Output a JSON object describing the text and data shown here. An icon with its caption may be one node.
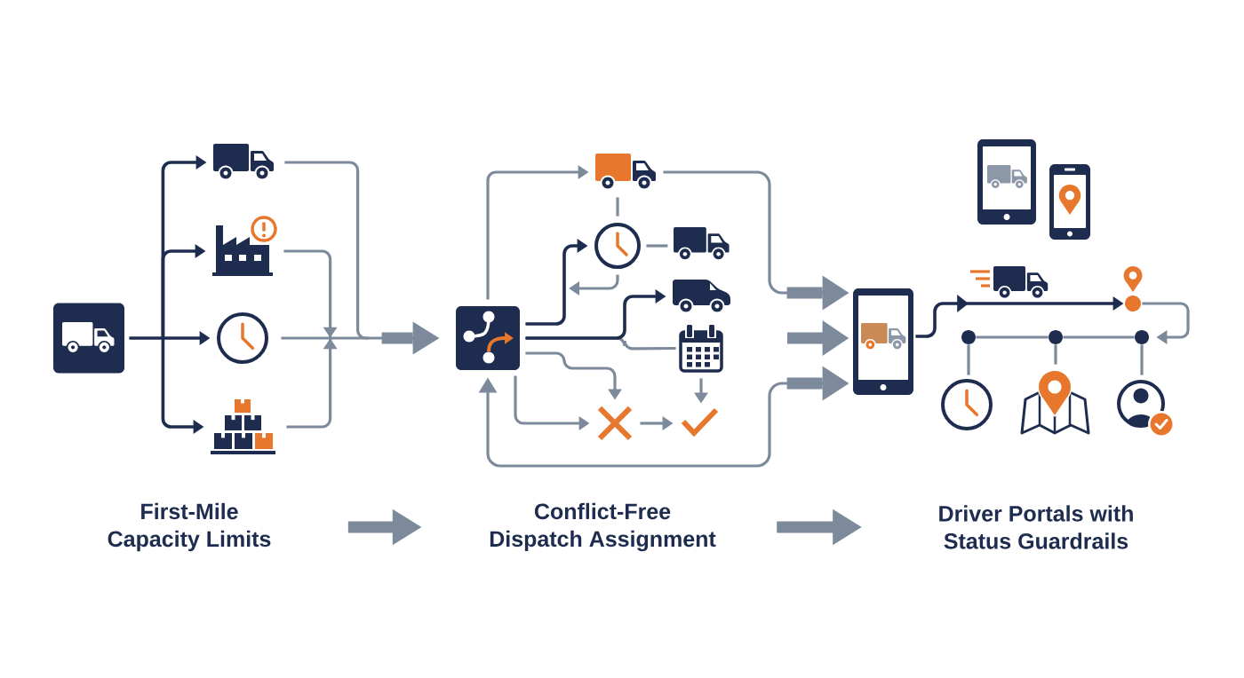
{
  "diagram": {
    "nodes": [
      {
        "text": [],
        "shape": "picture"
      },
      {
        "text": [],
        "shape": "picture"
      },
      {
        "text": [],
        "shape": "picture"
      },
      {
        "text": [],
        "shape": "picture"
      },
      {
        "text": [],
        "shape": "picture"
      },
      {
        "text": [],
        "shape": "picture"
      },
      {
        "text": [],
        "shape": "picture"
      },
      {
        "text": [],
        "shape": "picture"
      },
      {
        "text": [],
        "shape": "picture"
      },
      {
        "text": [],
        "shape": "picture"
      },
      {
        "text": [],
        "shape": "picture"
      },
      {
        "text": [],
        "shape": "picture"
      },
      {
        "text": [],
        "shape": "picture"
      },
      {
        "text": [],
        "shape": "picture"
      },
      {
        "text": [],
        "shape": "circle"
      },
      {
        "text": [],
        "shape": "circle"
      },
      {
        "text": [],
        "shape": "circle"
      },
      {
        "text": [],
        "shape": "circle"
      },
      {
        "text": [],
        "shape": "picture"
      },
      {
        "text": [],
        "shape": "picture"
      },
      {
        "text": [],
        "shape": "picture"
      },
      {
        "text": [
          "First-Mile Capacity Limits"
        ]
      },
      {
        "text": [
          "Conflict-Free Dispatch Assignment"
        ]
      },
      {
        "text": [
          "Driver Portals with Status Guardrails"
        ]
      }
    ],
    "edges": [
      {
        "from": 0,
        "to": 1,
        "arrow": "to",
        "color": "#1e2d4f"
      },
      {
        "from": 0,
        "to": 2,
        "arrow": "to",
        "color": "#1e2d4f"
      },
      {
        "from": 0,
        "to": 3,
        "arrow": "to",
        "color": "#1e2d4f"
      },
      {
        "from": 0,
        "to": 4,
        "arrow": "to",
        "color": "#1e2d4f"
      },
      {
        "from": 1,
        "to": 5,
        "arrow": "to"
      },
      {
        "from": 2,
        "to": 5,
        "arrow": "to"
      },
      {
        "from": 3,
        "to": 5,
        "arrow": "to"
      },
      {
        "from": 4,
        "to": 5,
        "arrow": "to"
      },
      {
        "from": 5,
        "to": 6,
        "arrow": "to"
      },
      {
        "from": 6,
        "to": 7,
        "arrow": "none"
      },
      {
        "from": 7,
        "to": 8,
        "arrow": "none"
      },
      {
        "from": 5,
        "to": 7,
        "arrow": "to",
        "color": "#1e2d4f"
      },
      {
        "from": 7,
        "to": null,
        "arrow": "to"
      },
      {
        "from": 5,
        "to": 9,
        "arrow": "to",
        "color": "#1e2d4f"
      },
      {
        "from": 5,
        "to": 10,
        "arrow": "none"
      },
      {
        "from": 5,
        "to": 11,
        "arrow": "to"
      },
      {
        "from": 5,
        "to": 11,
        "arrow": "to"
      },
      {
        "from": 11,
        "to": 12,
        "arrow": "to"
      },
      {
        "from": 10,
        "to": 12,
        "arrow": "to"
      },
      {
        "from": 6,
        "to": 13,
        "arrow": "to"
      },
      {
        "from": null,
        "to": 13,
        "arrow": "to",
        "style": "thick"
      },
      {
        "from": 5,
        "to": 13,
        "arrow": "both"
      },
      {
        "from": 13,
        "to": 14,
        "arrow": "to",
        "color": "#1e2d4f"
      },
      {
        "from": 14,
        "to": 17,
        "arrow": "to"
      },
      {
        "from": 15,
        "to": 16,
        "arrow": "none"
      },
      {
        "from": 16,
        "to": 17,
        "arrow": "none"
      },
      {
        "from": 15,
        "to": 18,
        "arrow": "none"
      },
      {
        "from": 16,
        "to": 19,
        "arrow": "none"
      },
      {
        "from": 17,
        "to": 20,
        "arrow": "none"
      },
      {
        "from": 21,
        "to": 22,
        "arrow": "to",
        "style": "thick"
      },
      {
        "from": 22,
        "to": 23,
        "arrow": "to",
        "style": "thick"
      }
    ]
  }
}
